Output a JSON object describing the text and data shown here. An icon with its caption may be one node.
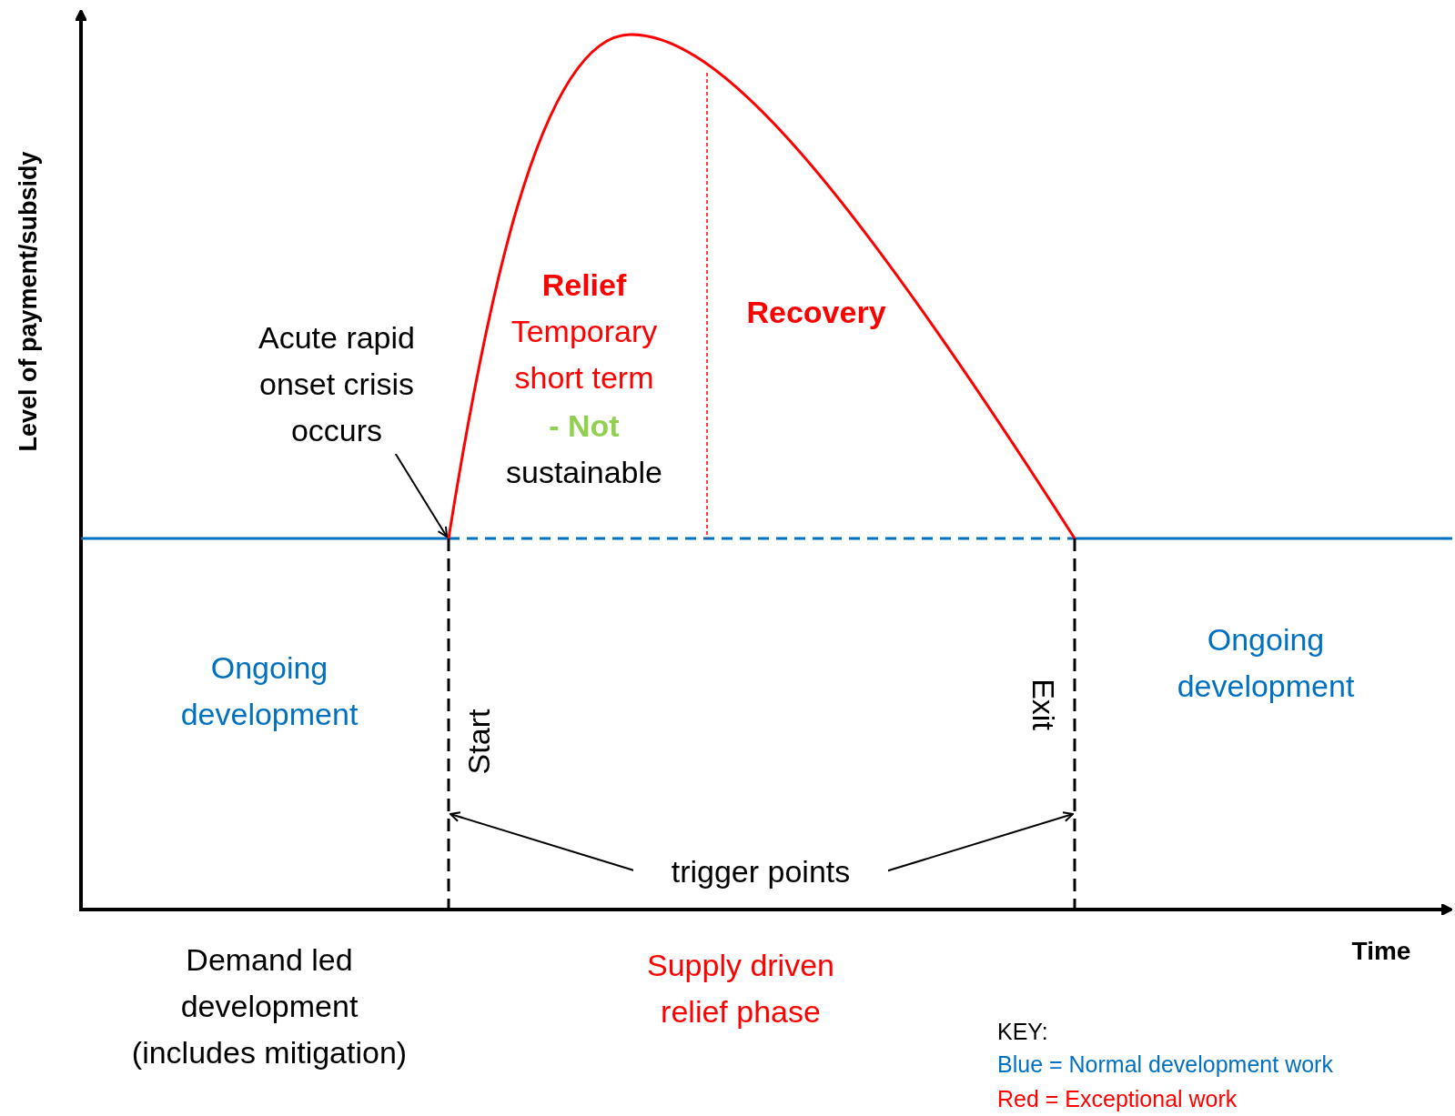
{
  "diagram": {
    "nodes": [
      {
        "text": [
          "Acute rapid onset crisis occurs"
        ]
      },
      {
        "text": [
          "trigger points"
        ]
      }
    ],
    "edges": [
      {
        "from": 0,
        "to": null,
        "arrow": "to"
      },
      {
        "from": 1,
        "to": null,
        "arrow": "to"
      },
      {
        "from": 1,
        "to": null,
        "arrow": "to"
      }
    ],
    "labels": [
      "Level of payment/subsidy",
      "Relief",
      "Temporary short term",
      "- Not",
      "sustainable",
      "Recovery",
      "Ongoing development",
      "Start",
      "Exit",
      "Ongoing development",
      "Time",
      "Demand led development (includes mitigation)",
      "Supply driven relief phase",
      "KEY:"
    ],
    "legend": [
      {
        "text": "Blue = Normal development work",
        "color": "#0070c0"
      },
      {
        "text": "Red = Exceptional work",
        "color": "#ff0000"
      }
    ]
  }
}
